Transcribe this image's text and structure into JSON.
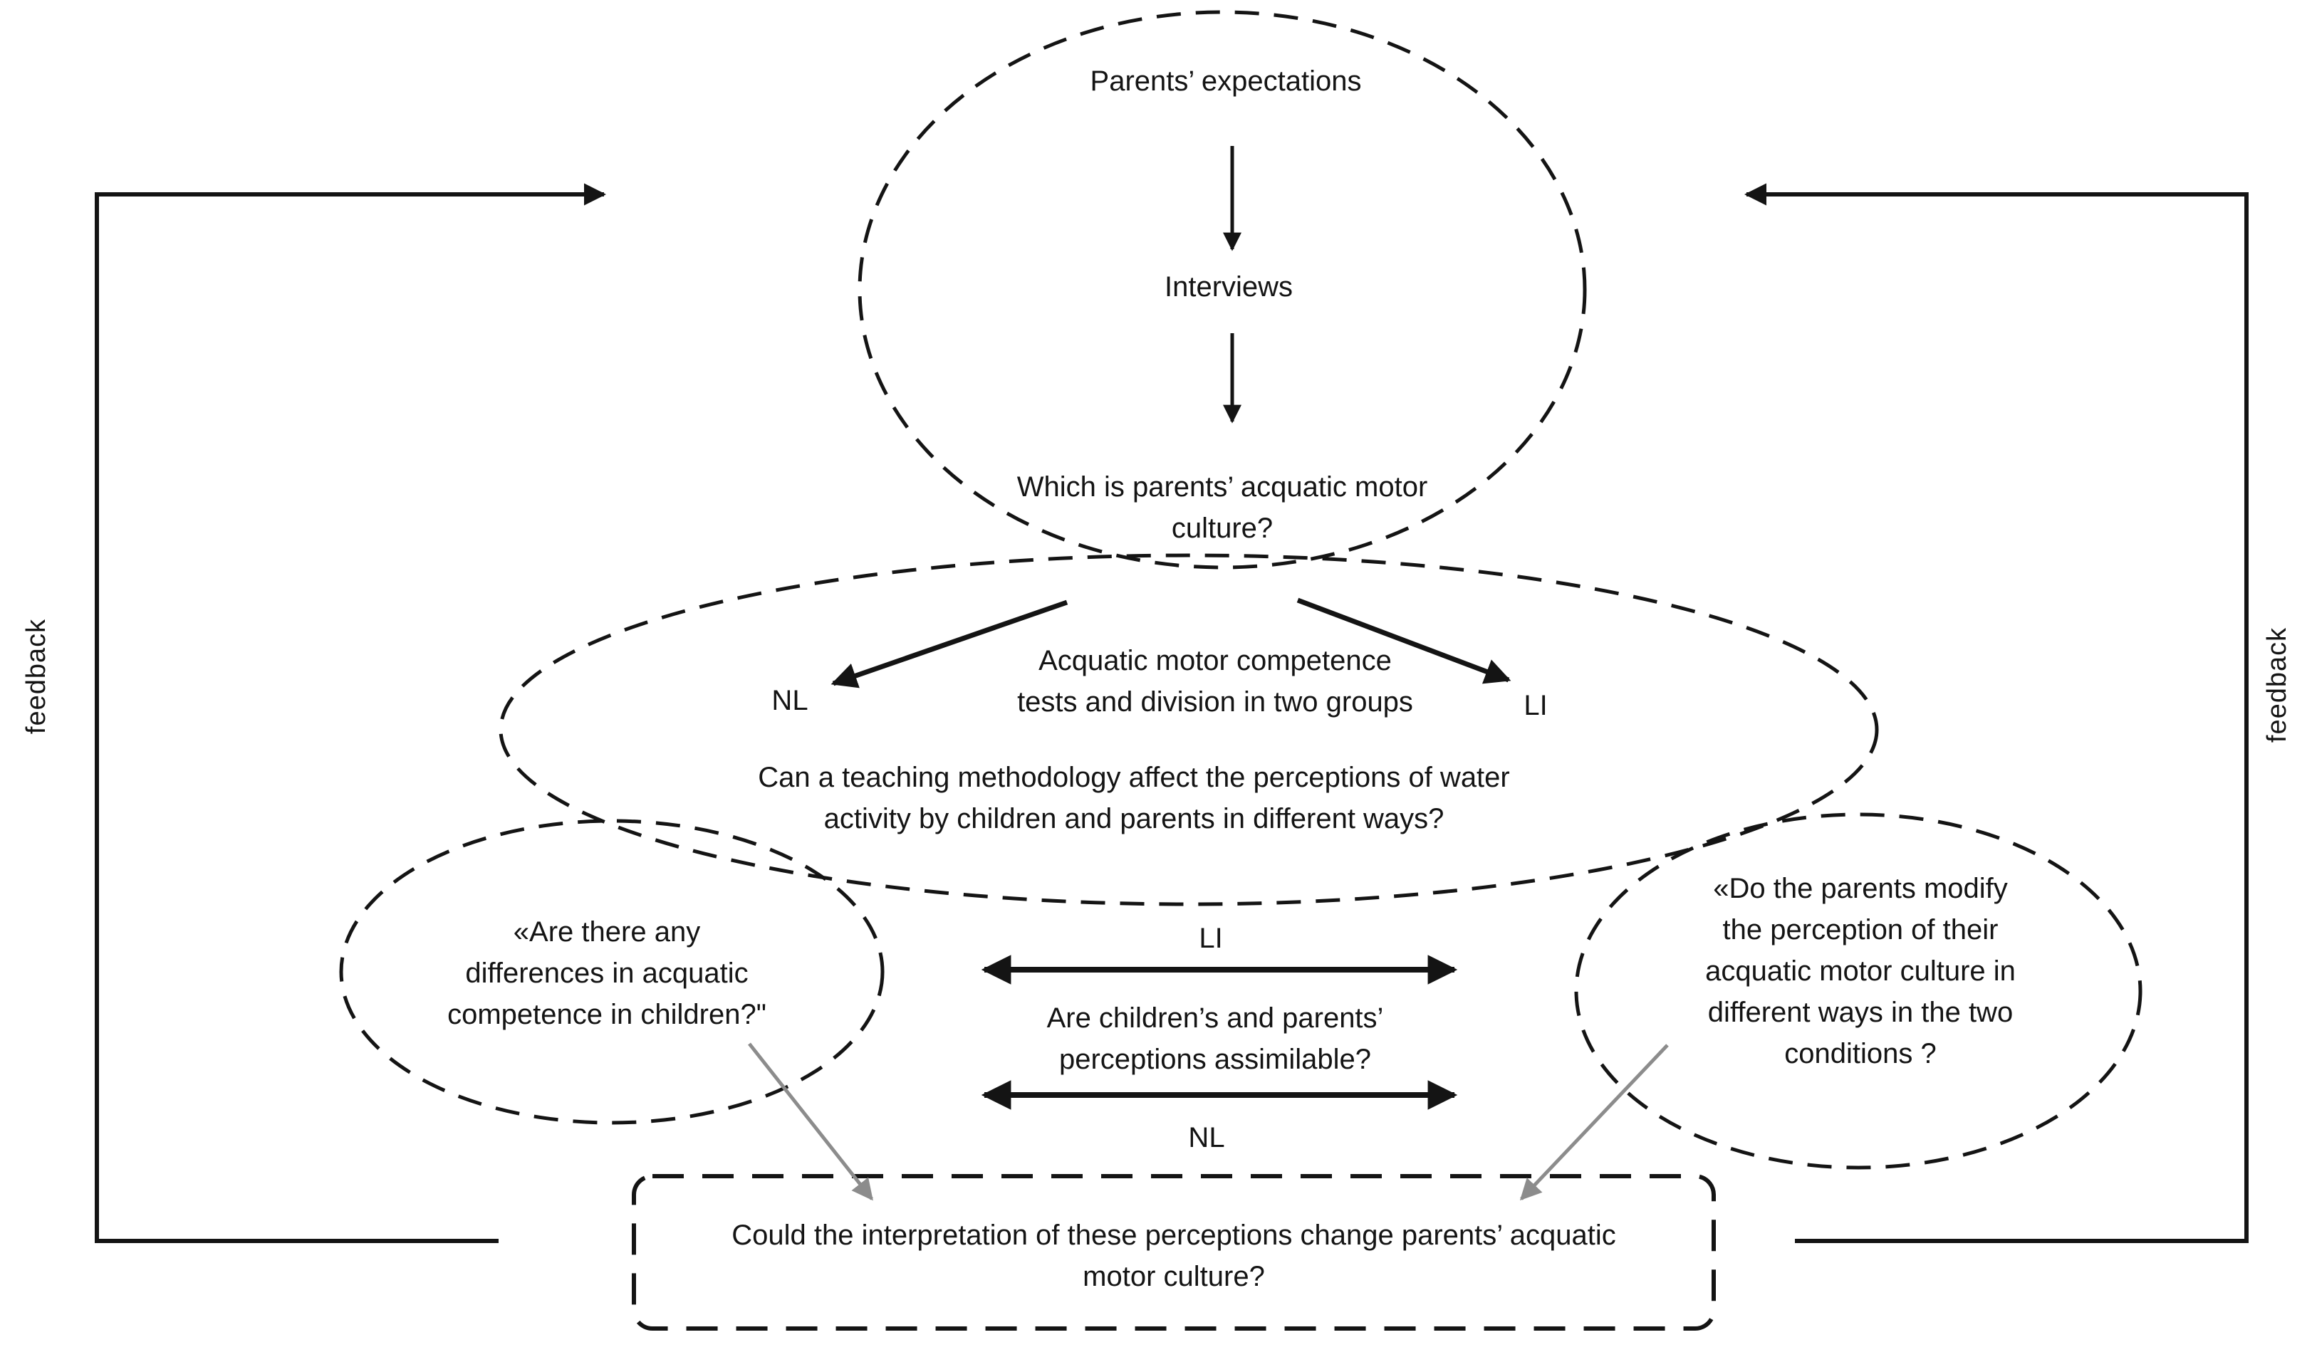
{
  "figure": {
    "top_ellipse": {
      "expectations": "Parents’ expectations",
      "interviews": "Interviews",
      "question": "Which is parents’ acquatic motor\nculture?"
    },
    "middle_ellipse": {
      "process": "Acquatic motor competence\ntests and division in two groups",
      "group_left": "NL",
      "group_right": "LI",
      "question": "Can a teaching methodology affect the perceptions of water\nactivity by children and parents in different ways?"
    },
    "left_ellipse": {
      "question": "«Are there any\ndifferences in  acquatic\ncompetence in children?\""
    },
    "right_ellipse": {
      "question": "«Do the parents modify\nthe perception of their\nacquatic motor culture in\ndifferent ways in the two\nconditions ?"
    },
    "comparison": {
      "label_top": "LI",
      "question": "Are children’s and parents’\nperceptions assimilable?",
      "label_bottom": "NL"
    },
    "bottom_box": {
      "question": "Could the interpretation of these perceptions change parents’ acquatic\nmotor culture?"
    },
    "feedback_left": "feedback",
    "feedback_right": "feedback",
    "colors": {
      "ink": "#141414",
      "gray_arrow": "#8c8c8c",
      "background": "#ffffff"
    }
  }
}
